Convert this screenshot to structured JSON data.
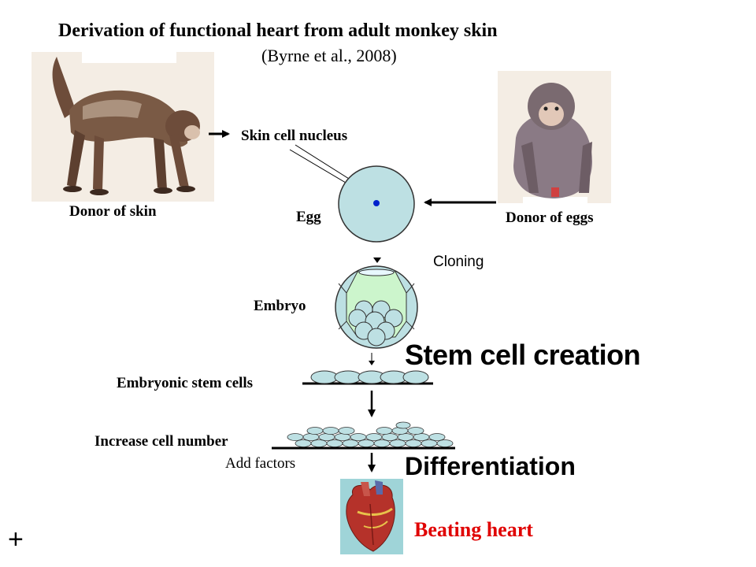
{
  "title": "Derivation of functional heart from adult monkey skin",
  "citation": "(Byrne et al., 2008)",
  "labels": {
    "donor_skin": "Donor of skin",
    "skin_nucleus": "Skin cell nucleus",
    "egg": "Egg",
    "donor_eggs": "Donor of eggs",
    "cloning": "Cloning",
    "embryo": "Embryo",
    "stem_cell_creation": "Stem cell creation",
    "embryonic_stem_cells": "Embryonic stem cells",
    "increase_cell_number": "Increase cell number",
    "add_factors": "Add factors",
    "differentiation": "Differentiation",
    "beating_heart": "Beating heart",
    "plus": "+"
  },
  "colors": {
    "cell_fill": "#bde0e3",
    "embryo_fill": "#ccf5cc",
    "nucleus": "#0022cc",
    "heart_red": "#e00000",
    "monkey_fur": "#7a5a45",
    "image_bg": "#f4ede4"
  },
  "icons": {
    "donor_skin_image": "standing-monkey",
    "donor_eggs_image": "sitting-monkey",
    "heart_image": "anatomical-heart"
  }
}
